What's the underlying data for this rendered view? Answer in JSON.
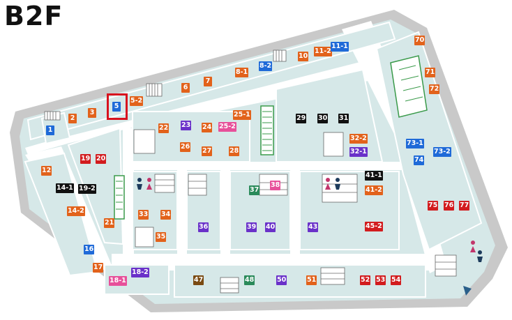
{
  "floor": {
    "title": "B2F"
  },
  "colors": {
    "orange": "#e2621b",
    "red": "#d21c1e",
    "blue": "#1f6ad8",
    "black": "#111111",
    "purple": "#6a31c9",
    "pink": "#e7509a",
    "green": "#2a8a5a",
    "brown": "#7a4a12",
    "floor": "#d6e8e8",
    "wall": "#c8c8c8",
    "highlight": "#d8121e"
  },
  "highlighted_store": "5",
  "stores": [
    {
      "id": "1",
      "color": "blue"
    },
    {
      "id": "2",
      "color": "orange"
    },
    {
      "id": "3",
      "color": "orange"
    },
    {
      "id": "5",
      "color": "blue"
    },
    {
      "id": "5-2",
      "color": "orange"
    },
    {
      "id": "6",
      "color": "orange"
    },
    {
      "id": "7",
      "color": "orange"
    },
    {
      "id": "8-1",
      "color": "orange"
    },
    {
      "id": "8-2",
      "color": "blue"
    },
    {
      "id": "10",
      "color": "orange"
    },
    {
      "id": "11-2",
      "color": "orange"
    },
    {
      "id": "11-1",
      "color": "blue"
    },
    {
      "id": "70",
      "color": "orange"
    },
    {
      "id": "71",
      "color": "orange"
    },
    {
      "id": "72",
      "color": "orange"
    },
    {
      "id": "22",
      "color": "orange"
    },
    {
      "id": "23",
      "color": "purple"
    },
    {
      "id": "24",
      "color": "orange"
    },
    {
      "id": "25-2",
      "color": "pink"
    },
    {
      "id": "25-1",
      "color": "orange"
    },
    {
      "id": "26",
      "color": "orange"
    },
    {
      "id": "27",
      "color": "orange"
    },
    {
      "id": "28",
      "color": "orange"
    },
    {
      "id": "29",
      "color": "black"
    },
    {
      "id": "30",
      "color": "black"
    },
    {
      "id": "31",
      "color": "black"
    },
    {
      "id": "32-2",
      "color": "orange"
    },
    {
      "id": "32-1",
      "color": "purple"
    },
    {
      "id": "73-1",
      "color": "blue"
    },
    {
      "id": "73-2",
      "color": "blue"
    },
    {
      "id": "74",
      "color": "blue"
    },
    {
      "id": "12",
      "color": "orange"
    },
    {
      "id": "19",
      "color": "red"
    },
    {
      "id": "20",
      "color": "red"
    },
    {
      "id": "14-1",
      "color": "black"
    },
    {
      "id": "19-2",
      "color": "black"
    },
    {
      "id": "14-2",
      "color": "orange"
    },
    {
      "id": "21",
      "color": "orange"
    },
    {
      "id": "16",
      "color": "blue"
    },
    {
      "id": "17",
      "color": "orange"
    },
    {
      "id": "18-1",
      "color": "pink"
    },
    {
      "id": "18-2",
      "color": "purple"
    },
    {
      "id": "33",
      "color": "orange"
    },
    {
      "id": "34",
      "color": "orange"
    },
    {
      "id": "35",
      "color": "orange"
    },
    {
      "id": "36",
      "color": "purple"
    },
    {
      "id": "37",
      "color": "green"
    },
    {
      "id": "38",
      "color": "pink"
    },
    {
      "id": "39",
      "color": "purple"
    },
    {
      "id": "40",
      "color": "purple"
    },
    {
      "id": "43",
      "color": "purple"
    },
    {
      "id": "41-1",
      "color": "black"
    },
    {
      "id": "41-2",
      "color": "orange"
    },
    {
      "id": "45-2",
      "color": "red"
    },
    {
      "id": "75",
      "color": "red"
    },
    {
      "id": "76",
      "color": "red"
    },
    {
      "id": "77",
      "color": "red"
    },
    {
      "id": "47",
      "color": "brown"
    },
    {
      "id": "48",
      "color": "green"
    },
    {
      "id": "50",
      "color": "purple"
    },
    {
      "id": "51",
      "color": "orange"
    },
    {
      "id": "52",
      "color": "red"
    },
    {
      "id": "53",
      "color": "red"
    },
    {
      "id": "54",
      "color": "red"
    }
  ],
  "icons": [
    "restroom-icon",
    "escalator-icon",
    "stairs-icon",
    "elevator-icon"
  ]
}
